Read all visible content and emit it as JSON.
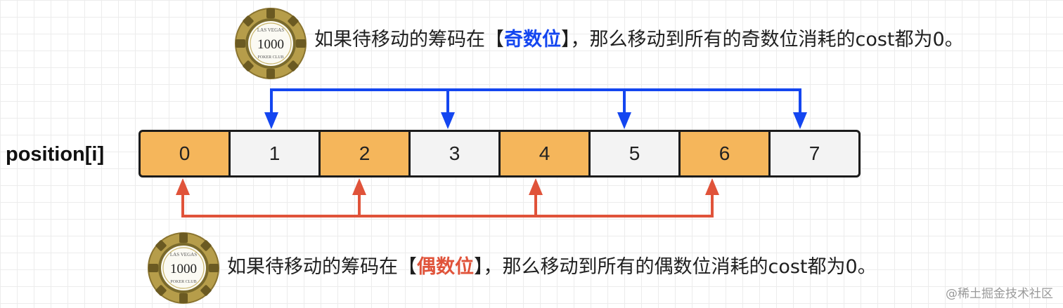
{
  "positions_label": "position[i]",
  "cells": [
    {
      "label": "0",
      "parity": "even"
    },
    {
      "label": "1",
      "parity": "odd"
    },
    {
      "label": "2",
      "parity": "even"
    },
    {
      "label": "3",
      "parity": "odd"
    },
    {
      "label": "4",
      "parity": "even"
    },
    {
      "label": "5",
      "parity": "odd"
    },
    {
      "label": "6",
      "parity": "even"
    },
    {
      "label": "7",
      "parity": "odd"
    }
  ],
  "odd_caption": {
    "prefix": "如果待移动的筹码在【",
    "highlight": "奇数位",
    "suffix": "】，那么移动到所有的奇数位消耗的cost都为0。"
  },
  "even_caption": {
    "prefix": "如果待移动的筹码在【",
    "highlight": "偶数位",
    "suffix": "】，那么移动到所有的偶数位消耗的cost都为0。"
  },
  "chip": {
    "top_text": "LAS VEGAS",
    "value": "1000",
    "bottom_text": "POKER CLUB"
  },
  "colors": {
    "even_fill": "#f5b65b",
    "odd_fill": "#f3f3f3",
    "odd_arrow": "#1446f0",
    "even_arrow": "#e0533a"
  },
  "watermark": "@稀土掘金技术社区"
}
